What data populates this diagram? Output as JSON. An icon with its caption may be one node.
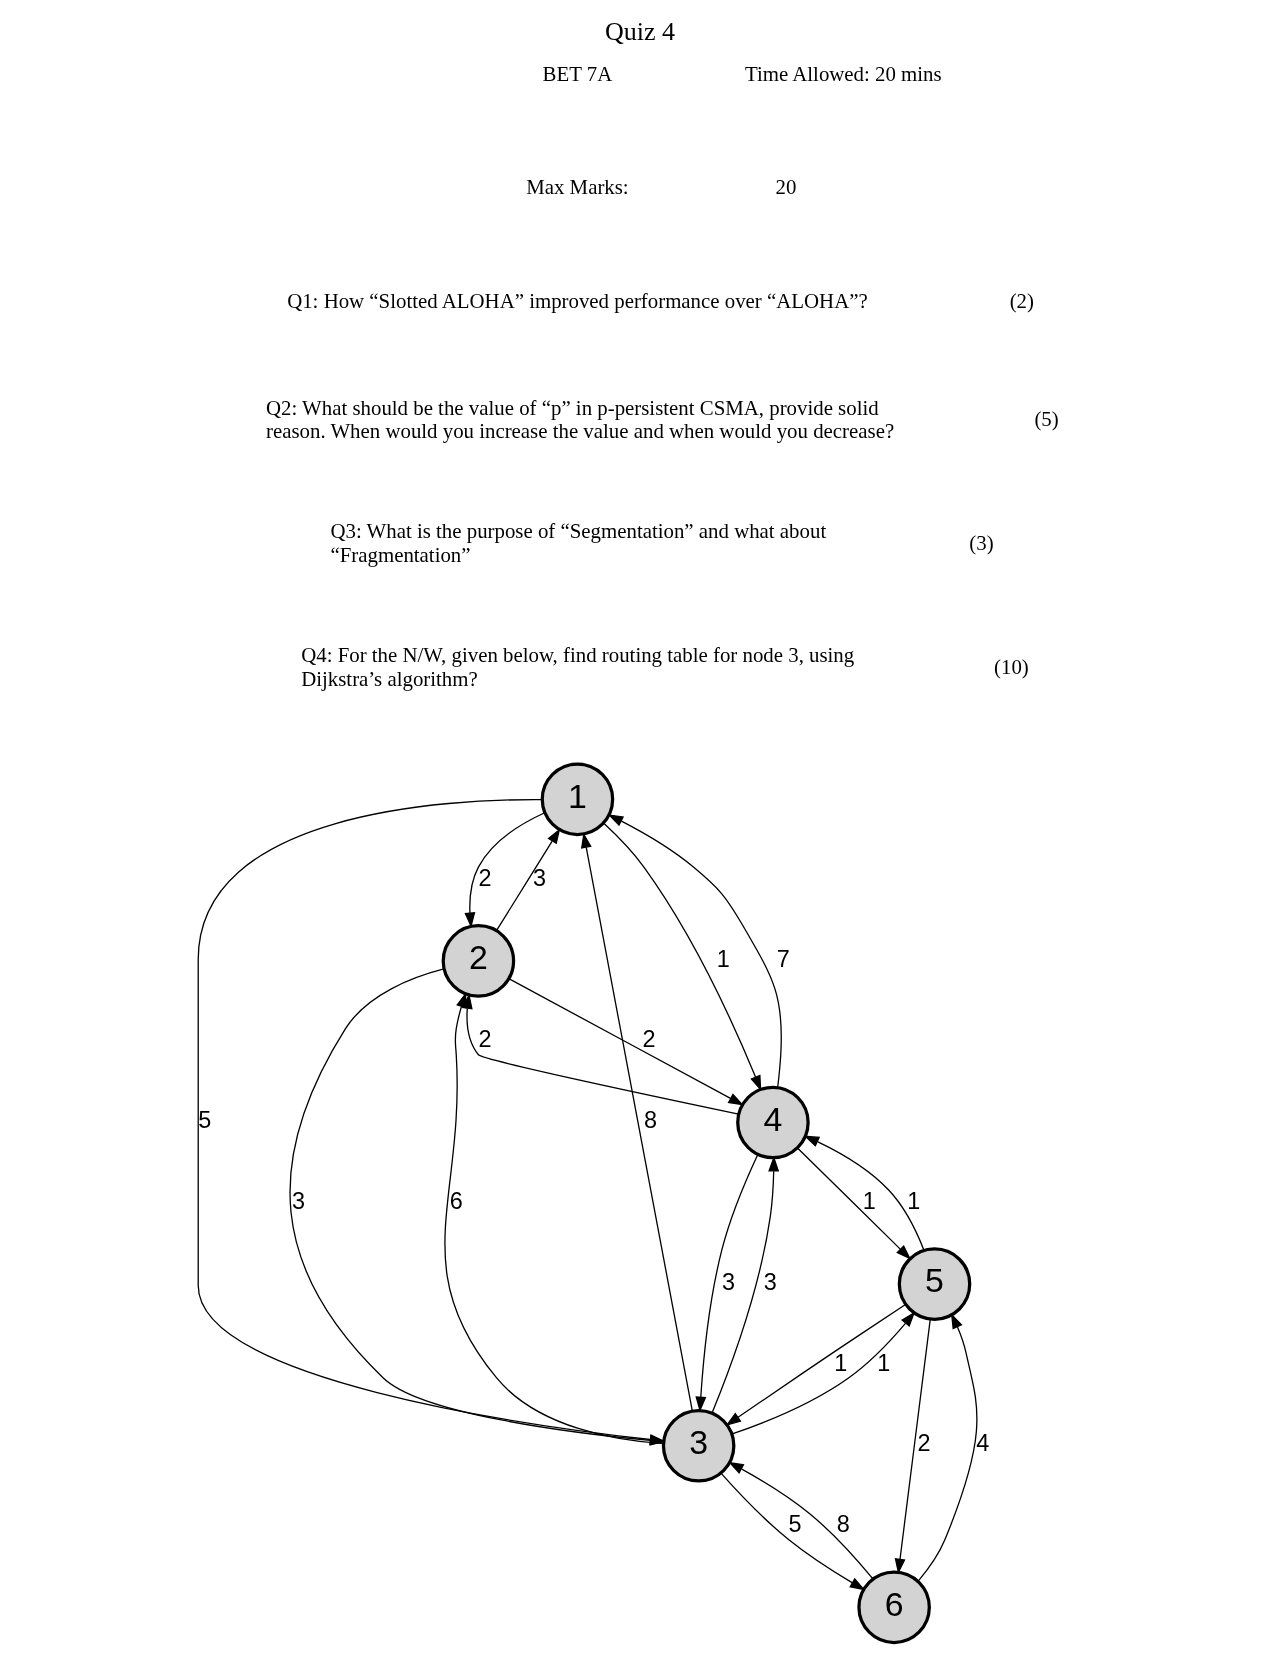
{
  "diagram": {
    "title": "Quiz 4",
    "nodes": [
      {
        "text": [
          "1"
        ]
      },
      {
        "text": [
          "2"
        ]
      },
      {
        "text": [
          "3"
        ]
      },
      {
        "text": [
          "4"
        ]
      },
      {
        "text": [
          "5"
        ]
      },
      {
        "text": [
          "6"
        ]
      }
    ],
    "edges": [
      {
        "from": 2,
        "to": 0,
        "arrow": "to",
        "label": "8"
      },
      {
        "from": 0,
        "to": 2,
        "arrow": "to",
        "label": "5"
      },
      {
        "from": 1,
        "to": 2,
        "arrow": "to",
        "label": "3"
      },
      {
        "from": 2,
        "to": 1,
        "arrow": "to",
        "label": "6"
      },
      {
        "from": 2,
        "to": 5,
        "arrow": "to",
        "label": "5"
      },
      {
        "from": 5,
        "to": 2,
        "arrow": "to",
        "label": "8"
      },
      {
        "from": 0,
        "to": 1,
        "arrow": "to",
        "label": "2"
      },
      {
        "from": 1,
        "to": 0,
        "arrow": "to",
        "label": "3"
      },
      {
        "from": 3,
        "to": 1,
        "arrow": "to",
        "label": "2"
      },
      {
        "from": 1,
        "to": 3,
        "arrow": "to",
        "label": "2"
      },
      {
        "from": 3,
        "to": 2,
        "arrow": "to",
        "label": "3"
      },
      {
        "from": 2,
        "to": 3,
        "arrow": "to",
        "label": "3"
      },
      {
        "from": 4,
        "to": 2,
        "arrow": "to",
        "label": "1"
      },
      {
        "from": 2,
        "to": 4,
        "arrow": "to",
        "label": "1"
      },
      {
        "from": 4,
        "to": 5,
        "arrow": "to",
        "label": "2"
      },
      {
        "from": 5,
        "to": 4,
        "arrow": "to",
        "label": "4"
      },
      {
        "from": 0,
        "to": 3,
        "arrow": "to",
        "label": "1"
      },
      {
        "from": 3,
        "to": 0,
        "arrow": "to",
        "label": "7"
      },
      {
        "from": 3,
        "to": 4,
        "arrow": "to",
        "label": "1"
      },
      {
        "from": 4,
        "to": 3,
        "arrow": "to",
        "label": "1"
      }
    ],
    "labels": [
      "BET 7A",
      "Time Allowed: 20 mins",
      "Max Marks:",
      "20",
      "Q1: How “Slotted ALOHA” improved performance over “ALOHA”?",
      "(2)",
      "Q2: What should be the value of “p” in p-persistent CSMA, provide solid reason. When would you increase the value and when would you decrease?",
      "(5)",
      "Q3: What is the purpose of “Segmentation” and what about “Fragmentation”",
      "(3)",
      "Q4: For the N/W, given below, find routing table for node 3, using Dijkstra’s algorithm?",
      "(10)"
    ]
  }
}
